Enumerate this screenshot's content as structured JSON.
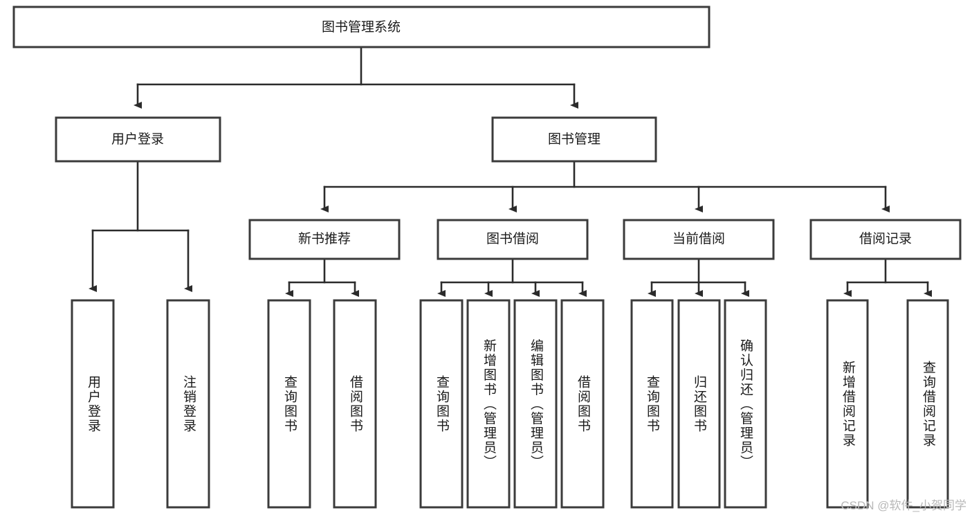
{
  "diagram": {
    "title": "图书管理系统",
    "watermark": "CSDN @软件_小贺同学",
    "colors": {
      "box_stroke": "#3b3b3b",
      "box_fill": "#ffffff",
      "connector": "#2b2b2b",
      "text": "#1a1a1a",
      "watermark": "#b8b8b8",
      "background": "#ffffff"
    },
    "nodes": {
      "root": "图书管理系统",
      "level1": [
        "用户登录",
        "图书管理"
      ],
      "level2": [
        "新书推荐",
        "图书借阅",
        "当前借阅",
        "借阅记录"
      ],
      "leaves_user_login": [
        "用户登录",
        "注销登录"
      ],
      "leaves_new_book": [
        "查询图书",
        "借阅图书"
      ],
      "leaves_borrow": [
        "查询图书",
        "新增图书（管理员）",
        "编辑图书（管理员）",
        "借阅图书"
      ],
      "leaves_current": [
        "查询图书",
        "归还图书",
        "确认归还（管理员）"
      ],
      "leaves_record": [
        "新增借阅记录",
        "查询借阅记录"
      ]
    }
  }
}
